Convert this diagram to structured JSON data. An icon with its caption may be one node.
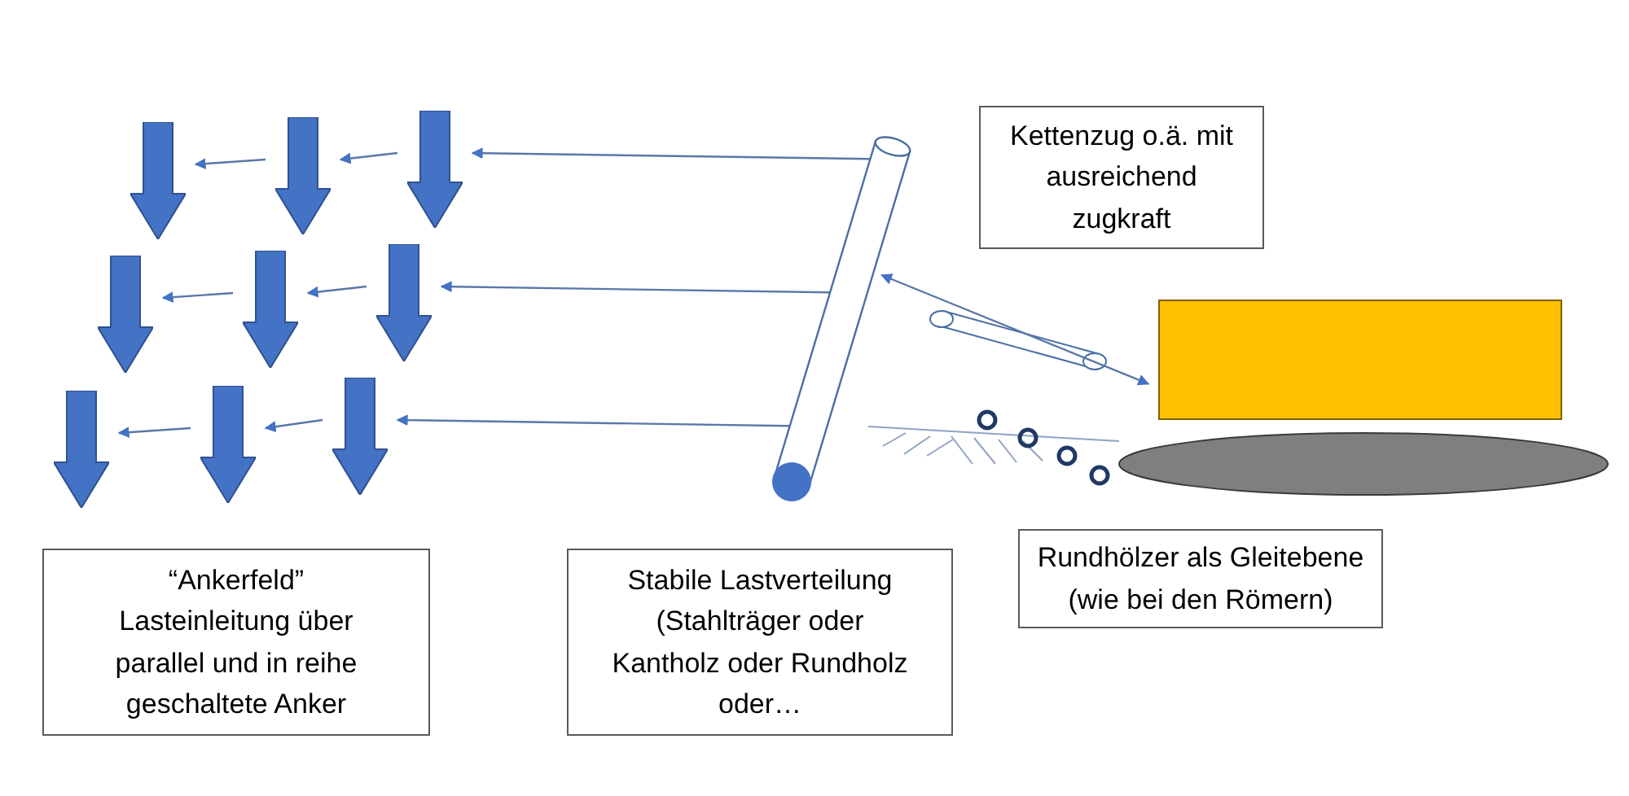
{
  "diagram": {
    "nodes": [
      {
        "text": [],
        "shape": "arrow"
      },
      {
        "text": [],
        "shape": "arrow"
      },
      {
        "text": [],
        "shape": "arrow"
      },
      {
        "text": [],
        "shape": "arrow"
      },
      {
        "text": [],
        "shape": "arrow"
      },
      {
        "text": [],
        "shape": "arrow"
      },
      {
        "text": [],
        "shape": "arrow"
      },
      {
        "text": [],
        "shape": "arrow"
      },
      {
        "text": [],
        "shape": "arrow"
      },
      {
        "text": [
          "Kettenzug o.ä. mit ausreichend zugkraft"
        ]
      },
      {
        "text": [],
        "shape": "cylinder"
      },
      {
        "text": [],
        "shape": "box"
      },
      {
        "text": [
          "“Ankerfeld” Lasteinleitung über parallel und in reihe geschaltete Anker"
        ]
      },
      {
        "text": [
          "Stabile Lastverteilung (Stahlträger oder Kantholz oder Rundholz oder…"
        ]
      },
      {
        "text": [
          "Rundhölzer als Gleitebene (wie bei den Römern)"
        ]
      }
    ],
    "edges": [
      {
        "from": 2,
        "to": 1,
        "arrow": "to"
      },
      {
        "from": 1,
        "to": 0,
        "arrow": "to"
      },
      {
        "from": 5,
        "to": 4,
        "arrow": "to"
      },
      {
        "from": 4,
        "to": 3,
        "arrow": "to"
      },
      {
        "from": 8,
        "to": 7,
        "arrow": "to"
      },
      {
        "from": 7,
        "to": 6,
        "arrow": "to"
      },
      {
        "from": 10,
        "to": 2,
        "arrow": "to"
      },
      {
        "from": 10,
        "to": 5,
        "arrow": "to"
      },
      {
        "from": 10,
        "to": 8,
        "arrow": "to"
      },
      {
        "from": 10,
        "to": 11,
        "arrow": "both"
      }
    ]
  }
}
